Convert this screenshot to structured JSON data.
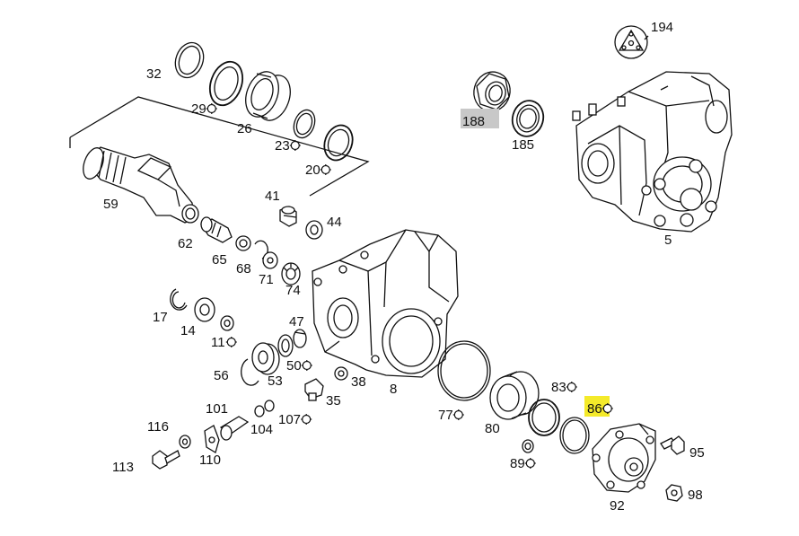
{
  "diagram": {
    "parts": [
      {
        "id": "p194",
        "label": "194",
        "marker": false
      },
      {
        "id": "p32",
        "label": "32",
        "marker": false
      },
      {
        "id": "p29",
        "label": "29",
        "marker": true
      },
      {
        "id": "p26",
        "label": "26",
        "marker": false
      },
      {
        "id": "p23",
        "label": "23",
        "marker": true
      },
      {
        "id": "p20",
        "label": "20",
        "marker": true
      },
      {
        "id": "p188",
        "label": "188",
        "marker": false,
        "highlight": "gray"
      },
      {
        "id": "p185",
        "label": "185",
        "marker": false
      },
      {
        "id": "p5",
        "label": "5",
        "marker": false
      },
      {
        "id": "p59",
        "label": "59",
        "marker": false
      },
      {
        "id": "p41",
        "label": "41",
        "marker": false
      },
      {
        "id": "p44",
        "label": "44",
        "marker": false
      },
      {
        "id": "p62",
        "label": "62",
        "marker": false
      },
      {
        "id": "p65",
        "label": "65",
        "marker": false
      },
      {
        "id": "p68",
        "label": "68",
        "marker": false
      },
      {
        "id": "p71",
        "label": "71",
        "marker": false
      },
      {
        "id": "p74",
        "label": "74",
        "marker": false
      },
      {
        "id": "p17",
        "label": "17",
        "marker": false
      },
      {
        "id": "p14",
        "label": "14",
        "marker": false
      },
      {
        "id": "p11",
        "label": "11",
        "marker": true
      },
      {
        "id": "p47",
        "label": "47",
        "marker": false
      },
      {
        "id": "p50",
        "label": "50",
        "marker": true
      },
      {
        "id": "p56",
        "label": "56",
        "marker": false
      },
      {
        "id": "p53",
        "label": "53",
        "marker": false
      },
      {
        "id": "p38",
        "label": "38",
        "marker": false
      },
      {
        "id": "p35",
        "label": "35",
        "marker": false
      },
      {
        "id": "p8",
        "label": "8",
        "marker": false
      },
      {
        "id": "p101",
        "label": "101",
        "marker": false
      },
      {
        "id": "p104",
        "label": "104",
        "marker": false
      },
      {
        "id": "p107",
        "label": "107",
        "marker": true
      },
      {
        "id": "p116",
        "label": "116",
        "marker": false
      },
      {
        "id": "p113",
        "label": "113",
        "marker": false
      },
      {
        "id": "p110",
        "label": "110",
        "marker": false
      },
      {
        "id": "p77",
        "label": "77",
        "marker": true
      },
      {
        "id": "p80",
        "label": "80",
        "marker": false
      },
      {
        "id": "p83",
        "label": "83",
        "marker": true
      },
      {
        "id": "p86",
        "label": "86",
        "marker": true,
        "highlight": "yellow"
      },
      {
        "id": "p89",
        "label": "89",
        "marker": true
      },
      {
        "id": "p95",
        "label": "95",
        "marker": false
      },
      {
        "id": "p92",
        "label": "92",
        "marker": false
      },
      {
        "id": "p98",
        "label": "98",
        "marker": false
      }
    ],
    "highlight_colors": {
      "gray": "#c8c8c8",
      "yellow": "#f4ea2a"
    }
  }
}
